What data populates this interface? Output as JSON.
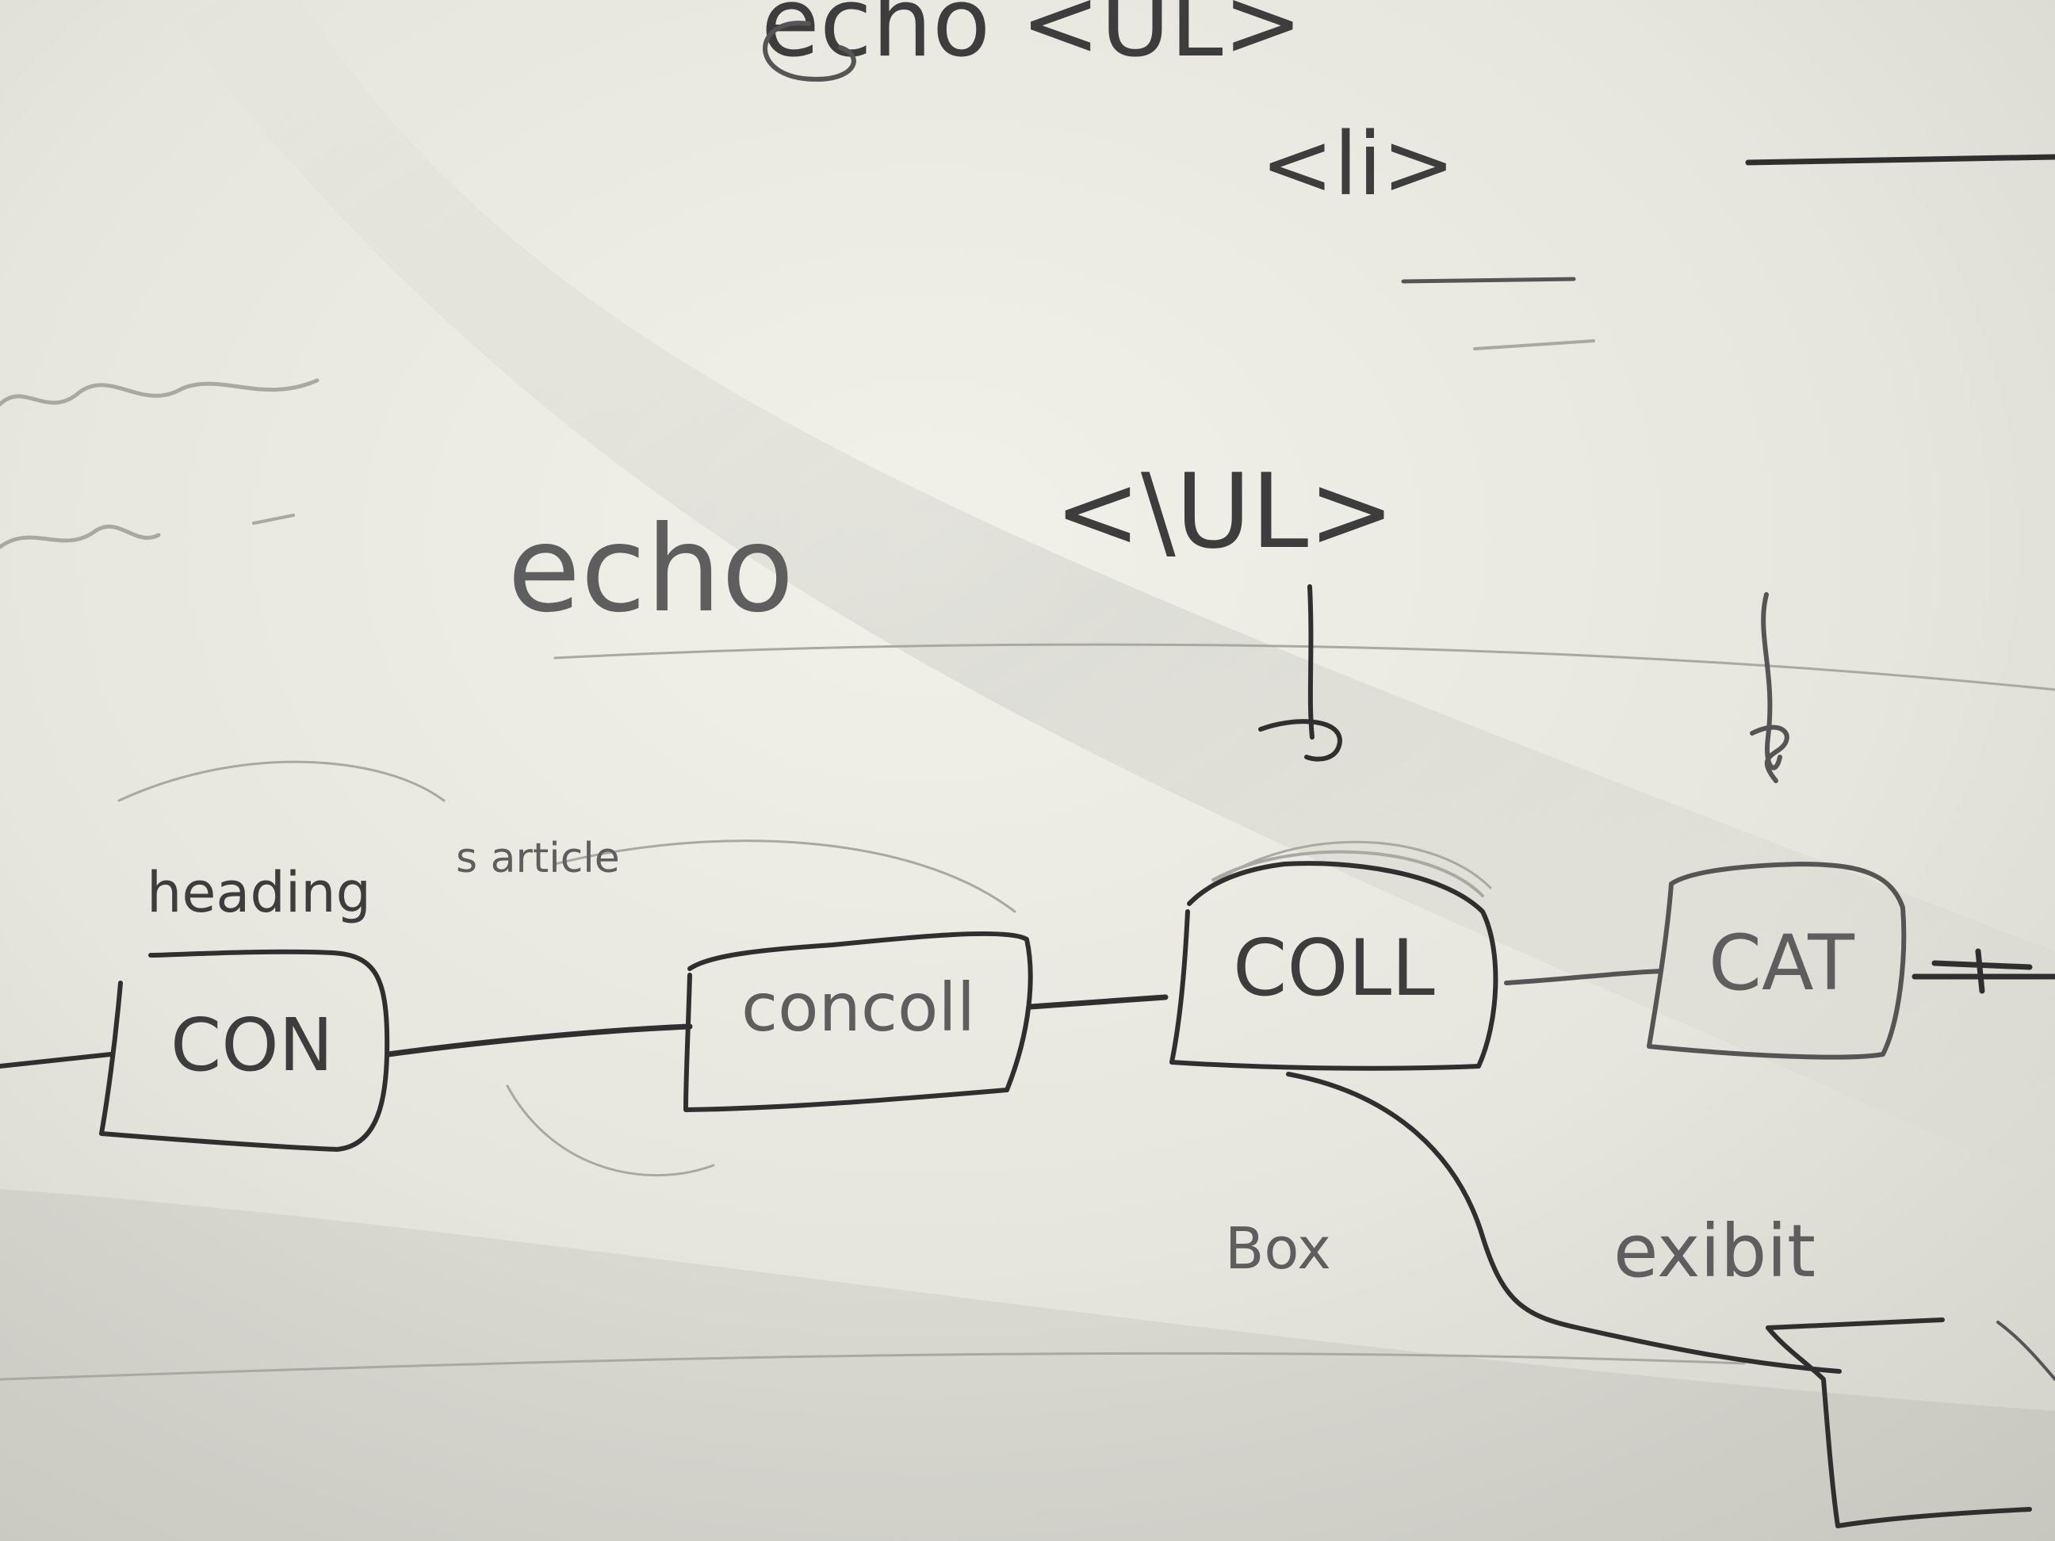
{
  "sketch": {
    "top_tag": "echo <UL>",
    "li_tag": "<li>",
    "echo_word": "echo",
    "ul_tag": "<\\UL>",
    "note_heading": "heading",
    "note_article": "s article",
    "nodes": {
      "con": "CON",
      "concoll": "concoll",
      "coll": "COLL",
      "cat": "CAT"
    },
    "label_box": "Box",
    "label_exhibit": "exibit"
  }
}
